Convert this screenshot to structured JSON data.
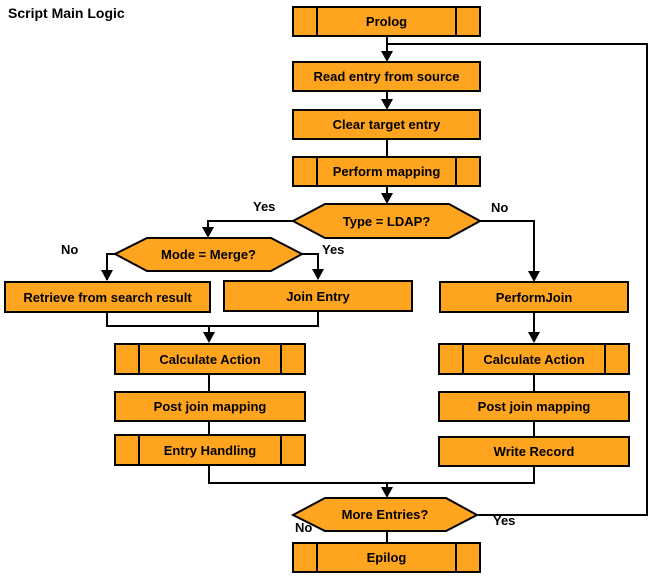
{
  "title": "Script Main Logic",
  "nodes": {
    "prolog": "Prolog",
    "read_entry": "Read entry from source",
    "clear_target": "Clear target entry",
    "perform_mapping": "Perform mapping",
    "type_ldap": "Type = LDAP?",
    "mode_merge": "Mode = Merge?",
    "retrieve": "Retrieve from search result",
    "join_entry": "Join Entry",
    "perform_join": "PerformJoin",
    "calc_action_left": "Calculate Action",
    "post_join_left": "Post join mapping",
    "entry_handling": "Entry Handling",
    "calc_action_right": "Calculate Action",
    "post_join_right": "Post join mapping",
    "write_record": "Write Record",
    "more_entries": "More Entries?",
    "epilog": "Epilog"
  },
  "edge_labels": {
    "ldap_yes": "Yes",
    "ldap_no": "No",
    "merge_no": "No",
    "merge_yes": "Yes",
    "more_yes": "Yes",
    "more_no": "No"
  },
  "colors": {
    "node_fill": "#FFA41E",
    "node_border": "#000000",
    "edge_color": "#000000",
    "text_color": "#000000",
    "background": "#FFFFFF"
  }
}
